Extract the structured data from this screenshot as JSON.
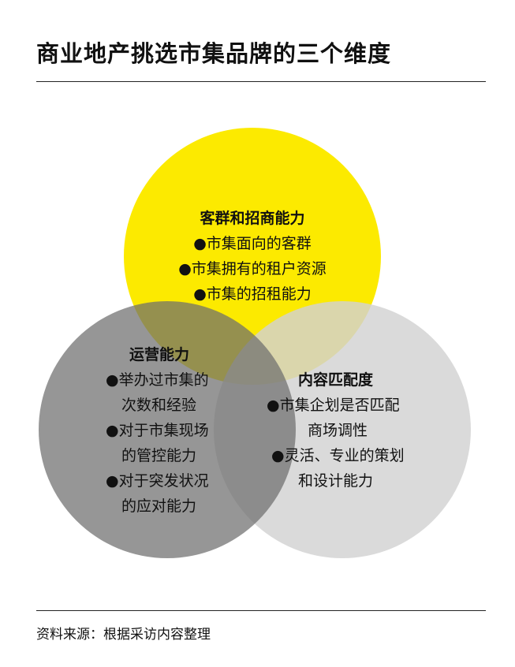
{
  "title": "商业地产挑选市集品牌的三个维度",
  "source": "资料来源：根据采访内容整理",
  "colors": {
    "yellow": "#fcea00",
    "dark_gray": "#8a8a8a",
    "light_gray": "#d8d8d8",
    "text": "#111111"
  },
  "circles": {
    "top": {
      "heading": "客群和招商能力",
      "items": [
        "●市集面向的客群",
        "●市集拥有的租户资源",
        "●市集的招租能力"
      ]
    },
    "left": {
      "heading": "运营能力",
      "lines": [
        "●举办过市集的",
        "次数和经验",
        "●对于市集现场",
        "的管控能力",
        "●对于突发状况",
        "的应对能力"
      ]
    },
    "right": {
      "heading": "内容匹配度",
      "lines": [
        "●市集企划是否匹配",
        "商场调性",
        "●灵活、专业的策划",
        "和设计能力"
      ]
    }
  }
}
